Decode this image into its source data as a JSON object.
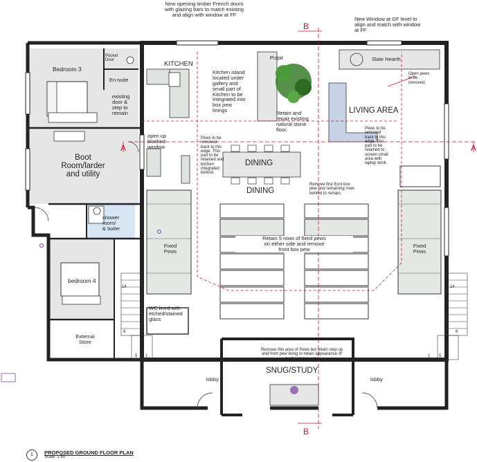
{
  "labels": {
    "french_doors": "New opening timber French doors\nwith glazing bars to match existing\nand align with window at FF",
    "new_window": "New Window at GF level to\nalign and match with window\nat FF",
    "pocket_door": "Pocket\nDoor",
    "bedroom3": "Bedroom 3",
    "en_suite": "En-suite",
    "existing_door": "existing\ndoor &\nstep to\nremain",
    "kitchen": "KITCHEN",
    "kitchen_island": "Kitchen island\nlocated under\ngallery and\nsmall part of\nKitchen to be\nintegrated into\nbox pew\nlinings",
    "pulpit": "Pulpit",
    "slate_hearth": "Slate Hearth",
    "open_pews": "Open pews\nto be\nremoved.",
    "retain_floor": "Retain and\nrepair existing\nnatural stone\nfloor.",
    "living_area": "LIVING AREA",
    "pews_removed_right": "Pews to be\nremoved\nback to this\nedge. This\npart to be\nretained to\nscreen small\narea with\nlaptop desk",
    "boot_room": "Boot\nRoom/larder\nand utility",
    "open_up_window": "open up\nblocked\nwindow",
    "pews_removed_left": "Pews to be\nremoved\nback to this\nedge. This\npart to be\nretained and\nkitchen\nintegrated\nbehind.",
    "dining1": "DINING",
    "dining2": "DINING",
    "remove_first_box": "Remove first front box\npew and remaining rows\nbehind to remain.",
    "shower_room": "shower\nroom/\n& boiler",
    "fixed_pews_left": "Fixed\nPews",
    "retain_rows": "Retain 5 rows of fixed pews\non either side and remove\nfront box pew",
    "fixed_pews_right": "Fixed\nPews",
    "bedroom4": "bedroom 4",
    "wc": "WC lined with\netched/stained\nglass",
    "external_store": "External\nStore",
    "remove_area_pews": "Remove this area of Pews but retain step up\nand front pew lining to retain appearance of\nenclosed pew area",
    "snug": "SNUG/STUDY",
    "lobby_left": "lobby",
    "lobby_right": "lobby"
  },
  "section_marks": {
    "b_top": "B",
    "b_bottom": "B",
    "a_left": "A",
    "a_right": "A"
  },
  "stair_numbers": {
    "left_14": "14",
    "left_5": "5",
    "left_1": "1",
    "left_6": "6",
    "right_14": "14",
    "right_5": "5",
    "right_1": "1",
    "right_6": "6"
  },
  "title_block": {
    "number": "1",
    "title": "PROPOSED GROUND FLOOR PLAN",
    "scale": "Scale: 1:50"
  },
  "colors": {
    "wall": "#222222",
    "wall_fill": "#ffffff",
    "room_fill": "#e6e6e6",
    "pew_fill": "#e4e8e4",
    "kitchen_fill": "#dfe3df",
    "section_red": "#c8102e",
    "shower_blue": "#d6e6f5",
    "sofa_blue": "#c7d2e6",
    "plant_green": "#3a7d2c",
    "marker_purple": "#7a3fa0"
  }
}
